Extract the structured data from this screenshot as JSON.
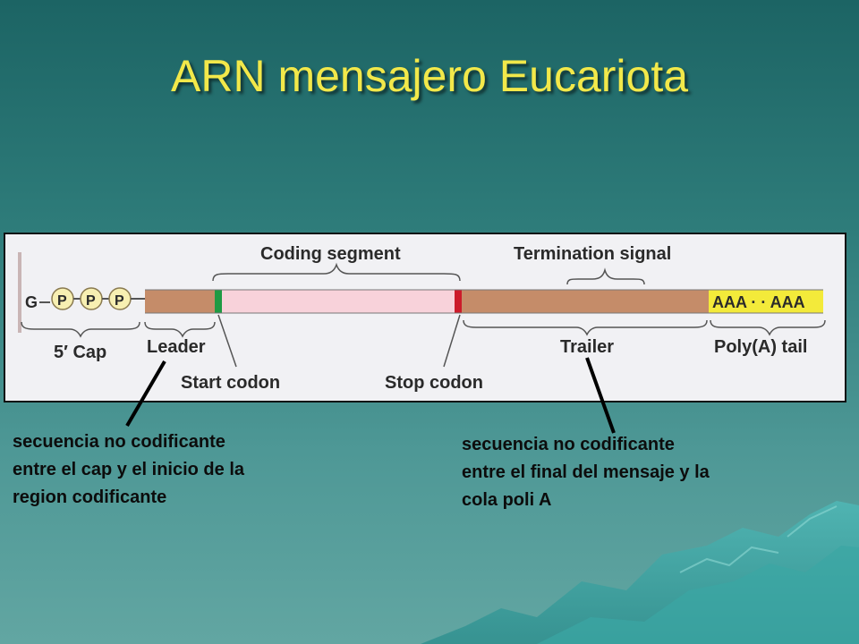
{
  "slide": {
    "title": "ARN mensajero Eucariota"
  },
  "diagram": {
    "five_prime": {
      "g_label": "G",
      "phosphates": [
        "P",
        "P",
        "P"
      ],
      "label": "5′ Cap"
    },
    "regions": {
      "leader": "Leader",
      "coding_segment": "Coding segment",
      "termination_signal": "Termination signal",
      "trailer": "Trailer",
      "poly_a_tail": "Poly(A) tail",
      "poly_a_sequence": "AAA · · AAA"
    },
    "codons": {
      "start": "Start codon",
      "stop": "Stop codon"
    },
    "colors": {
      "utr": "#c58c69",
      "coding": "#f8d2da",
      "start_codon": "#1f9a43",
      "stop_codon": "#cc1b2a",
      "poly_a": "#f3ea3a",
      "phosphate": "#f7efb2"
    }
  },
  "annotations": {
    "left": [
      "secuencia no codificante",
      "entre el cap y el inicio de la",
      "region codificante"
    ],
    "right": [
      "secuencia no codificante",
      "entre el final del mensaje y la",
      "cola poli A"
    ]
  }
}
